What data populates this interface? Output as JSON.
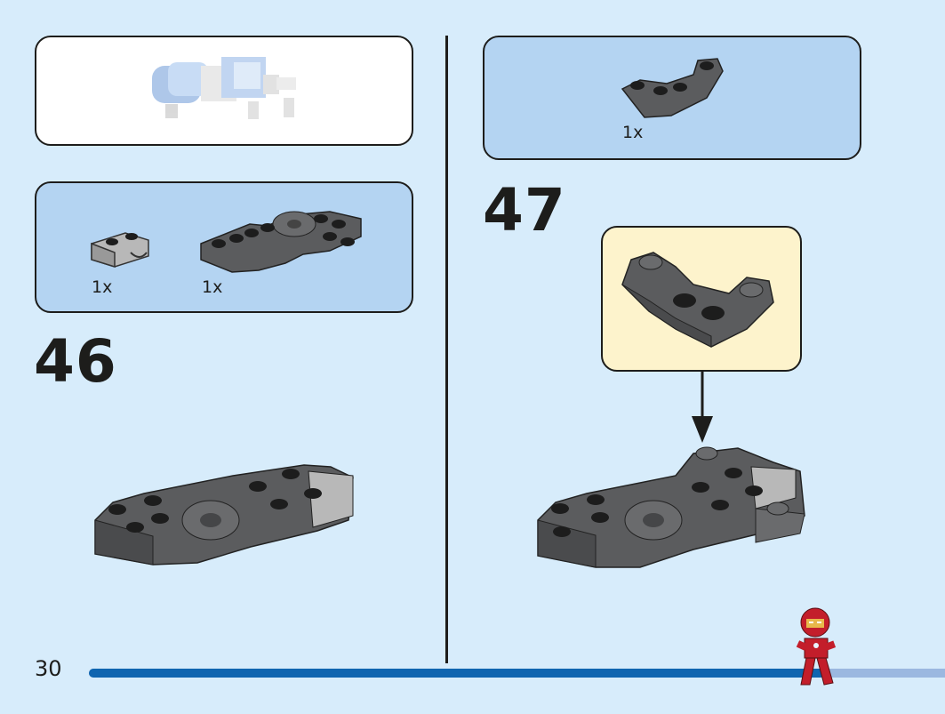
{
  "page": {
    "number": "30",
    "progress_fraction": 0.86,
    "colors": {
      "background": "#d7ecfb",
      "parts_panel": "#b4d4f2",
      "callout": "#fdf3cc",
      "progress": "#0f65b0",
      "brick_dark": "#5b5c5e",
      "brick_light": "#b8b8b8"
    }
  },
  "left": {
    "preview_panel": {
      "icon": "previous-assembly-preview"
    },
    "parts_panel": {
      "items": [
        {
          "qty": "1x",
          "icon": "plate-1x2-with-clip-light-gray"
        },
        {
          "qty": "1x",
          "icon": "plate-wing-dark-gray"
        }
      ]
    },
    "step_number": "46"
  },
  "right": {
    "parts_panel": {
      "items": [
        {
          "qty": "1x",
          "icon": "inverted-slope-dark-gray"
        }
      ]
    },
    "step_number": "47"
  },
  "mascot": {
    "icon": "iron-man-minifigure"
  }
}
